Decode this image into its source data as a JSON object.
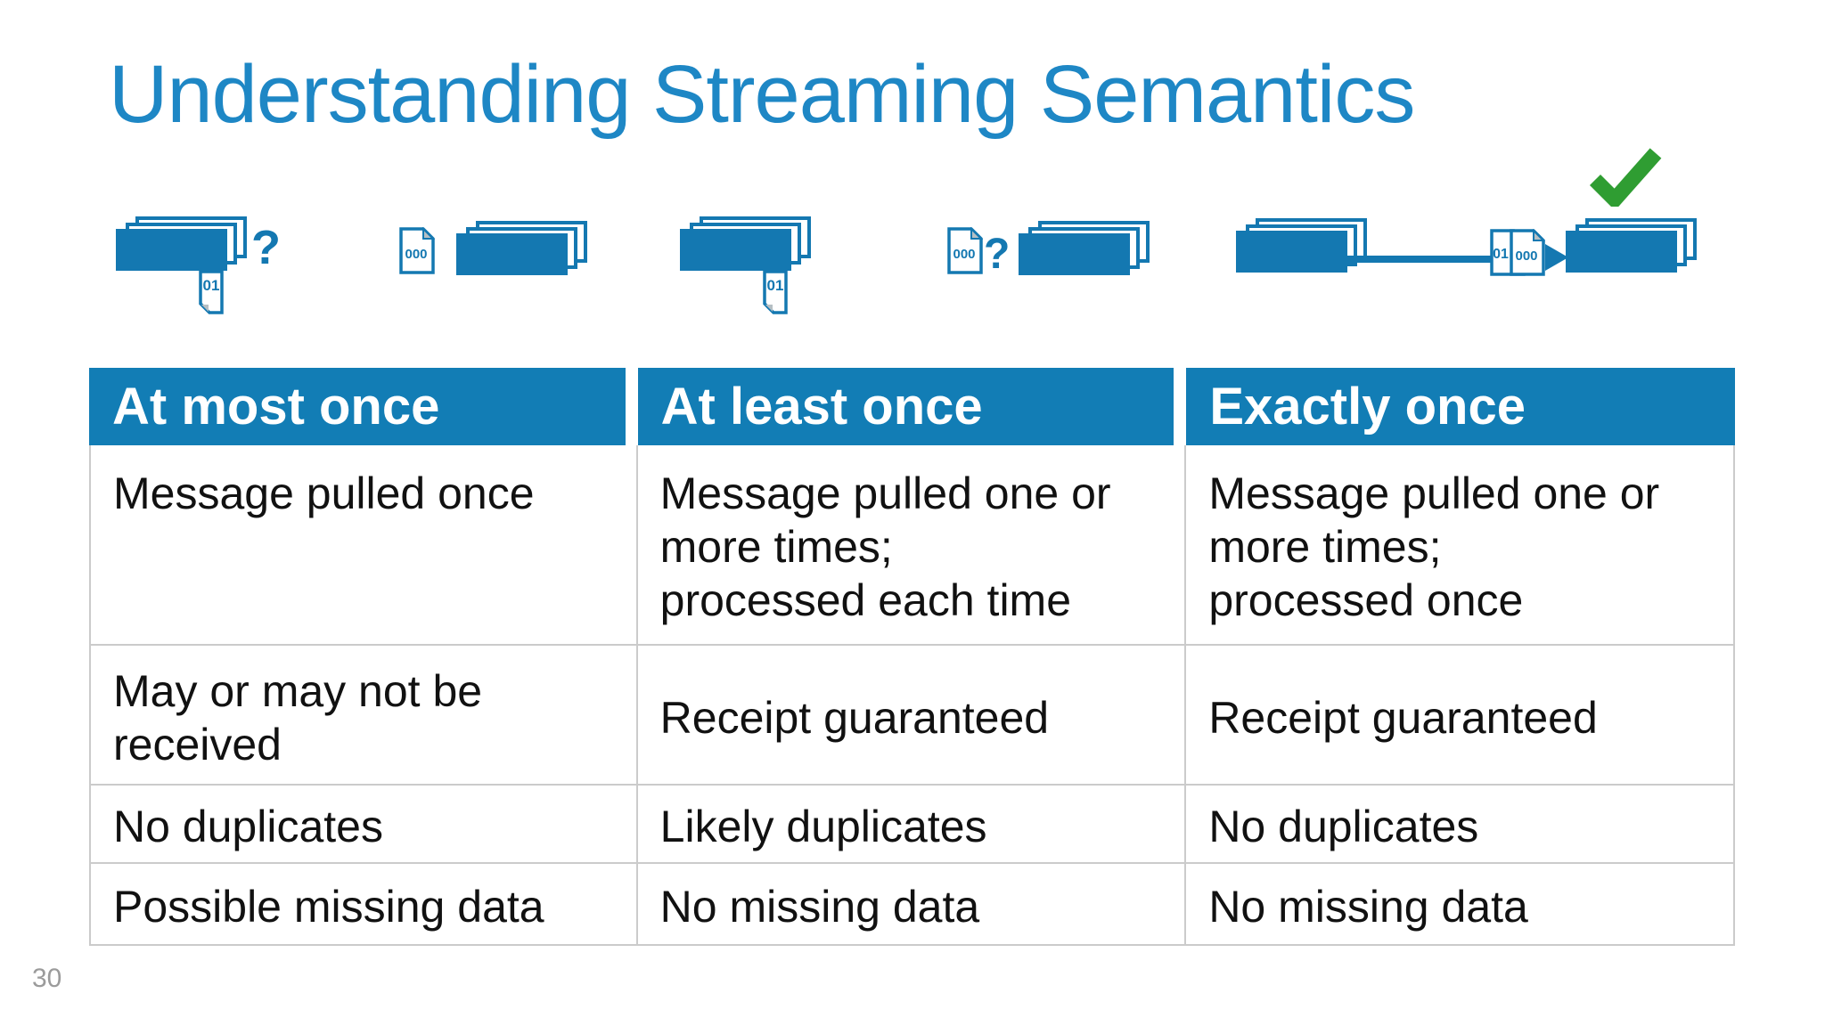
{
  "title": "Understanding Streaming Semantics",
  "page_number": "30",
  "colors": {
    "title_blue": "#1e87c5",
    "header_blue": "#127db5",
    "icon_blue": "#1478b1",
    "check_green": "#2f9d32",
    "body_text": "#111111",
    "border_gray": "#cbcbcb",
    "page_number_gray": "#9b9b9b"
  },
  "icons": {
    "question_mark": "?",
    "doc_small_label": "000",
    "doc_message_label": "01",
    "groups": [
      "message-stack-with-question-and-dropped-message",
      "offset-document-and-message-stack",
      "message-stack-with-dropped-message",
      "offset-document-question-and-message-stack",
      "stack-to-offset-documents-to-stack-with-checkmark"
    ]
  },
  "table": {
    "headers": [
      "At most once",
      "At least once",
      "Exactly once"
    ],
    "rows": [
      [
        "Message pulled once",
        "Message pulled one or\nmore times;\nprocessed each time",
        "Message pulled one or\nmore times;\nprocessed once"
      ],
      [
        "May or may not be\nreceived",
        "Receipt guaranteed",
        "Receipt guaranteed"
      ],
      [
        "No duplicates",
        "Likely duplicates",
        "No duplicates"
      ],
      [
        "Possible missing data",
        "No missing data",
        "No missing data"
      ]
    ]
  }
}
